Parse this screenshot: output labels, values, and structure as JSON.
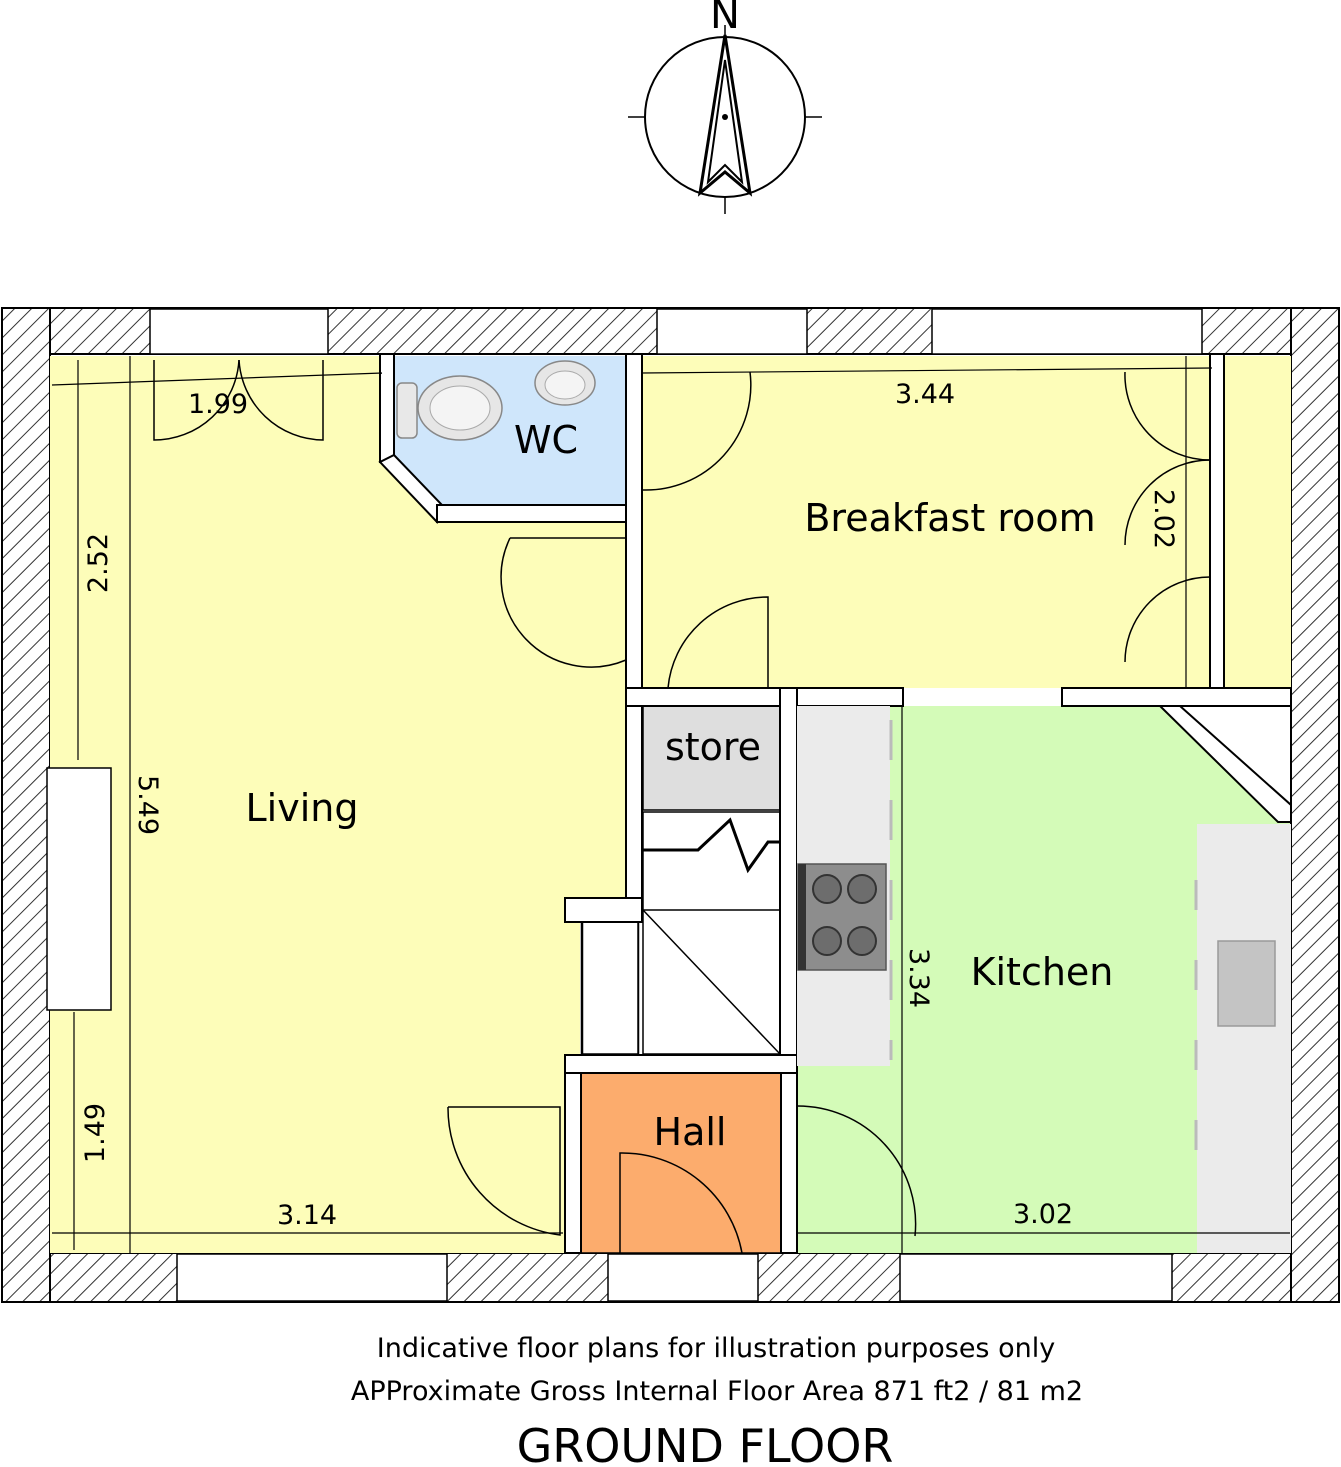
{
  "compass": {
    "north_label": "N"
  },
  "rooms": {
    "living": "Living",
    "wc": "WC",
    "breakfast": "Breakfast room",
    "store": "store",
    "kitchen": "Kitchen",
    "hall": "Hall"
  },
  "dimensions": {
    "living_top": "1.99",
    "living_left_upper": "2.52",
    "living_height": "5.49",
    "living_left_lower": "1.49",
    "living_bottom": "3.14",
    "breakfast_width": "3.44",
    "breakfast_height": "2.02",
    "kitchen_height": "3.34",
    "kitchen_width": "3.02"
  },
  "notes": {
    "line1": "Indicative floor plans for illustration purposes only",
    "line2": "APProximate Gross Internal Floor Area 871 ft2 / 81 m2"
  },
  "floor_title": "GROUND FLOOR",
  "colors": {
    "living": "#fdfdb9",
    "wc": "#cfe6fb",
    "store": "#dedede",
    "kitchen": "#d4fbb8",
    "hall": "#fcac6d",
    "counter": "#ebebeb"
  }
}
